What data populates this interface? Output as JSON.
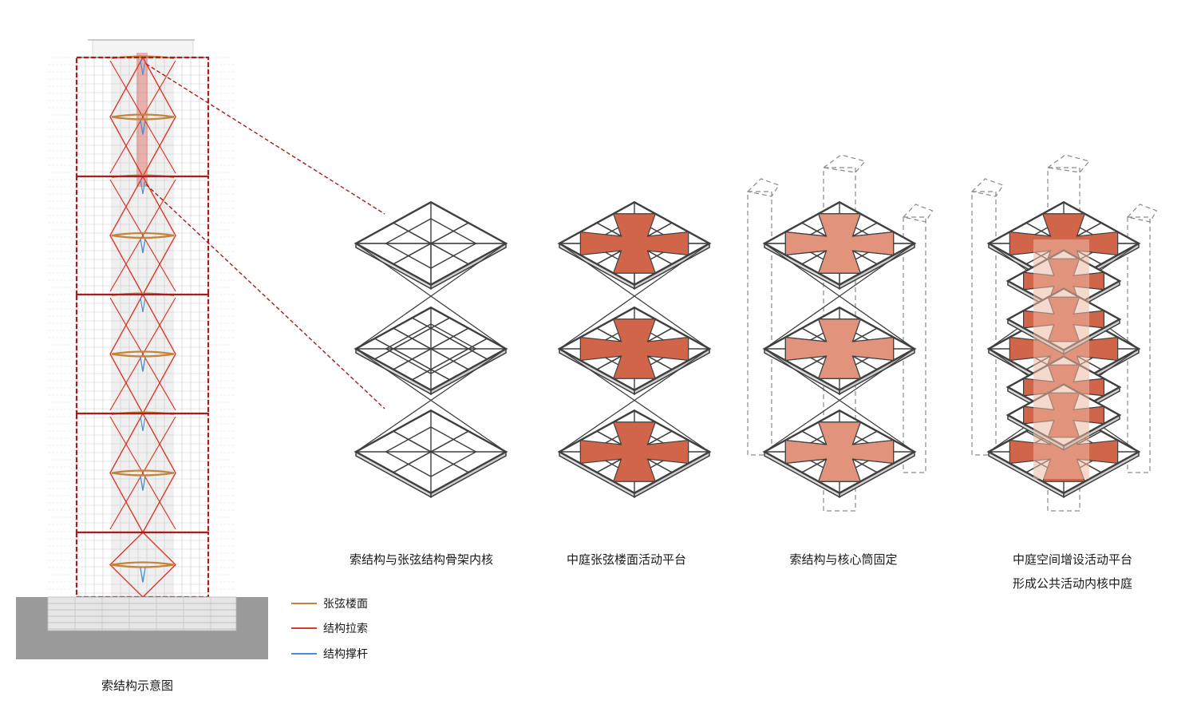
{
  "colors": {
    "tensile_floor": "#c2843a",
    "cable": "#d93a2b",
    "strut": "#4f8fd1",
    "platform": "#d1654a",
    "platform_light": "#eeb9a4",
    "frame": "#3f3f3f",
    "podium": "#9a9a9a",
    "tower_grid": "#c9c9c9"
  },
  "elevation": {
    "caption": "索结构示意图"
  },
  "legend": [
    {
      "label": "张弦楼面",
      "color": "#c2843a"
    },
    {
      "label": "结构拉索",
      "color": "#d93a2b"
    },
    {
      "label": "结构撑杆",
      "color": "#4f8fd1"
    }
  ],
  "panels": [
    {
      "caption_lines": [
        "索结构与张弦结构骨架内核"
      ]
    },
    {
      "caption_lines": [
        "中庭张弦楼面活动平台"
      ]
    },
    {
      "caption_lines": [
        "索结构与核心筒固定"
      ]
    },
    {
      "caption_lines": [
        "中庭空间增设活动平台",
        "形成公共活动内核中庭"
      ]
    }
  ]
}
